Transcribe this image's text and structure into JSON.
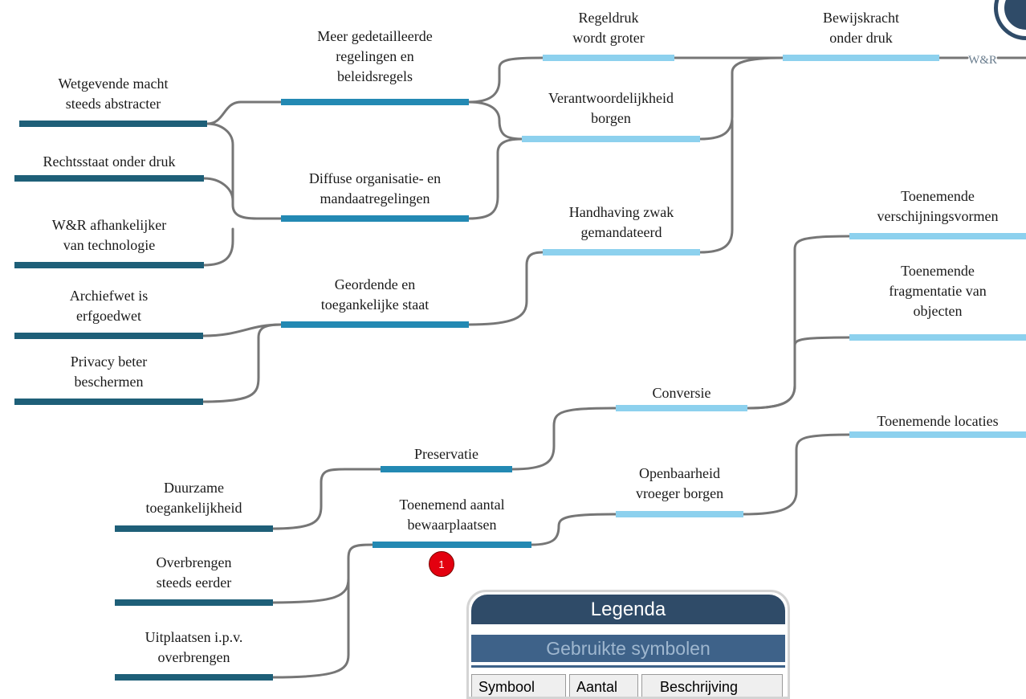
{
  "connector_label": "W&R",
  "nodes": {
    "wetgevende_macht": "Wetgevende macht\nsteeds abstracter",
    "rechtsstaat": "Rechtsstaat onder druk",
    "wr_technologie": "W&R afhankelijker\nvan technologie",
    "archiefwet": "Archiefwet is\nerfgoedwet",
    "privacy": "Privacy beter\nbeschermen",
    "duurzame": "Duurzame\ntoegankelijkheid",
    "overbrengen": "Overbrengen\nsteeds eerder",
    "uitplaatsen": "Uitplaatsen i.p.v.\noverbrengen",
    "meer_gedetailleerde": "Meer gedetailleerde\nregelingen en\nbeleidsregels",
    "diffuse": "Diffuse organisatie- en\nmandaatregelingen",
    "geordende": "Geordende en\ntoegankelijke staat",
    "preservatie": "Preservatie",
    "toenemend_aantal": "Toenemend aantal\nbewaarplaatsen",
    "regeldruk": "Regeldruk\nwordt groter",
    "verantwoordelijkheid": "Verantwoordelijkheid\nborgen",
    "handhaving": "Handhaving zwak\ngemandateerd",
    "conversie": "Conversie",
    "openbaarheid": "Openbaarheid\nvroeger borgen",
    "bewijskracht": "Bewijskracht\nonder druk",
    "verschijningsvormen": "Toenemende\nverschijningsvormen",
    "fragmentatie": "Toenemende\nfragmentatie van\nobjecten",
    "locaties": "Toenemende locaties"
  },
  "badge": "1",
  "legend": {
    "title": "Legenda",
    "subtitle": "Gebruikte symbolen",
    "columns": [
      "Symbool",
      "Aantal",
      "Beschrijving"
    ]
  },
  "colors": {
    "dark_bar": "#1e5f78",
    "mid_bar": "#2389b3",
    "light_bar": "#8dd1ee",
    "connector": "#7a7a7a",
    "badge": "#e3000f",
    "legend_header": "#2f4b68"
  }
}
